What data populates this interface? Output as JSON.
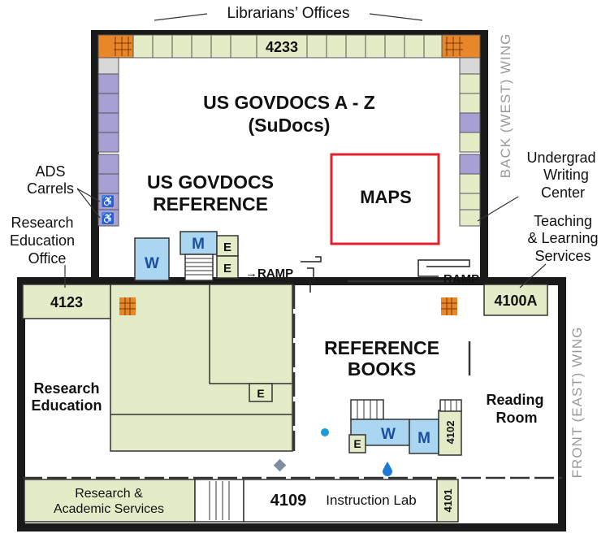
{
  "labels": {
    "librarians_offices": "Librarians’ Offices",
    "back_wing": "BACK (WEST) WING",
    "front_wing": "FRONT (EAST) WING",
    "ads_line1": "ADS",
    "ads_line2": "Carrels",
    "research_ed_office_l1": "Research",
    "research_ed_office_l2": "Education",
    "research_ed_office_l3": "Office",
    "undergrad_l1": "Undergrad",
    "undergrad_l2": "Writing",
    "undergrad_l3": "Center",
    "teaching_l1": "Teaching",
    "teaching_l2": "& Learning",
    "teaching_l3": "Services",
    "reading_l1": "Reading",
    "reading_l2": "Room",
    "research_ed_l1": "Research",
    "research_ed_l2": "Education",
    "research_academic_l1": "Research &",
    "research_academic_l2": "Academic Services",
    "instruction_lab": "Instruction Lab"
  },
  "areas": {
    "sudocs_line1": "US GOVDOCS A - Z",
    "sudocs_line2": "(SuDocs)",
    "govdocs_ref_line1": "US GOVDOCS",
    "govdocs_ref_line2": "REFERENCE",
    "maps": "MAPS",
    "reference_line1": "REFERENCE",
    "reference_line2": "BOOKS"
  },
  "rooms": {
    "r4233": "4233",
    "r4123": "4123",
    "r4100a": "4100A",
    "r4109": "4109",
    "r4102": "4102",
    "r4101": "4101"
  },
  "facilities": {
    "women": "W",
    "men": "M",
    "elevator": "E",
    "ramp": "→RAMP",
    "ramp_right": "RAMP",
    "accessible_symbol": "♿"
  },
  "colors": {
    "room_fill": "#e3ecc6",
    "carrel_purple": "#a6a0d4",
    "stair_orange": "#e8862a",
    "restroom_blue": "#aad6f2",
    "maps_highlight": "#e0202a",
    "wall": "#1a1a1a"
  },
  "highlight": {
    "label": "MAPS",
    "shape": "red rectangle"
  }
}
